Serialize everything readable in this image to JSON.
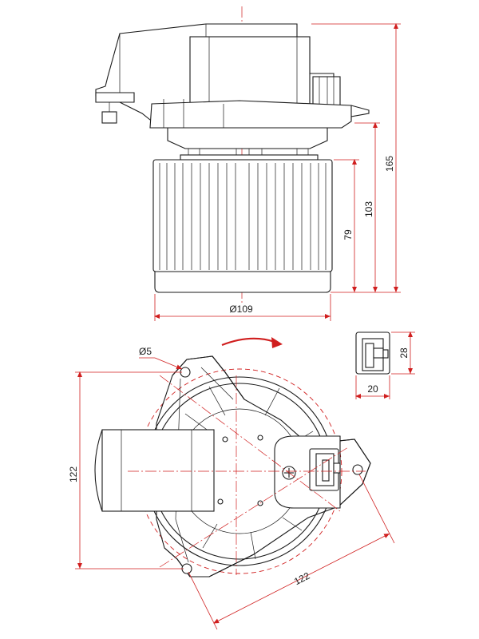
{
  "dimensions": {
    "height_total": "165",
    "height_rotor_top": "103",
    "height_rotor": "79",
    "rotor_diameter": "Ø109",
    "hole_diameter": "Ø5",
    "connector_height": "28",
    "connector_width": "20",
    "mount_height": "122",
    "mount_span": "122"
  },
  "colors": {
    "line": "#1a1a1a",
    "dimension": "#d01e1e",
    "background": "#ffffff"
  },
  "icons": [
    "rotation-arrow-icon",
    "phillips-screw-icon"
  ]
}
